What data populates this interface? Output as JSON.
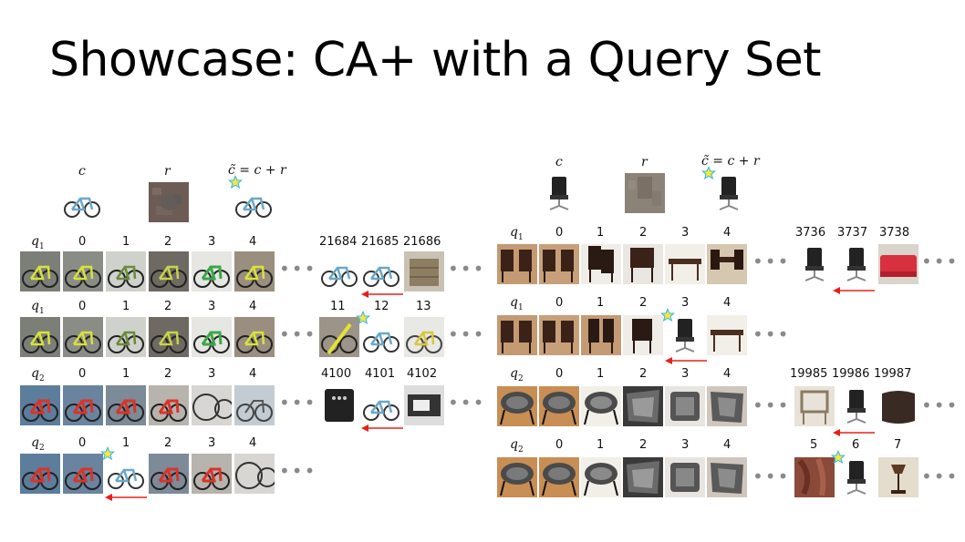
{
  "title": "Showcase: CA+ with a Query Set",
  "math": {
    "c": "c",
    "r": "r",
    "ctilde": "c̃ = c + r",
    "q": "q",
    "q_sub1": "1",
    "q_sub2": "2"
  },
  "ranks": {
    "top": [
      "0",
      "1",
      "2",
      "3",
      "4"
    ],
    "left_row1_far": [
      "21684",
      "21685",
      "21686"
    ],
    "left_row2_far": [
      "11",
      "12",
      "13"
    ],
    "left_row3_far": [
      "4100",
      "4101",
      "4102"
    ],
    "right_row1_far": [
      "3736",
      "3737",
      "3738"
    ],
    "right_row3_far": [
      "19985",
      "19986",
      "19987"
    ],
    "right_row4_far": [
      "5",
      "6",
      "7"
    ]
  },
  "colors": {
    "arrow": "#e8201a",
    "star_fill": "#f3ea3a",
    "star_stroke": "#3bb6e8",
    "dots": "#8a8a8a"
  },
  "icons": {
    "star": "star-icon",
    "arrow": "left-arrow-icon",
    "ellipsis": "ellipsis-icon"
  }
}
